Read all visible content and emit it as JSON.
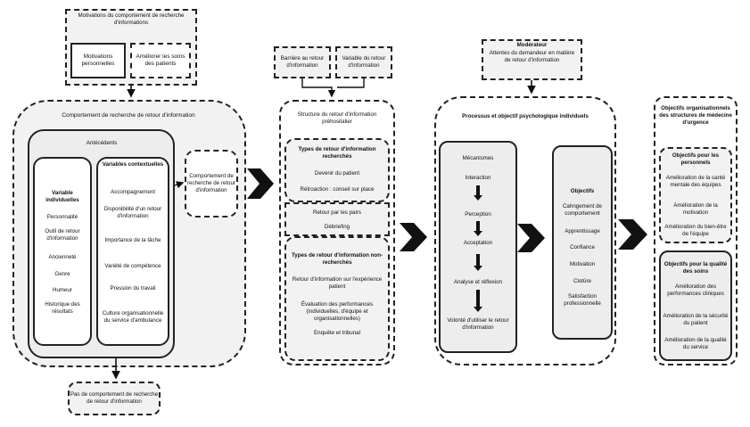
{
  "motivations": {
    "title": "Motivations du comportement de recherche d'informations",
    "left": "Motivations personnelles",
    "right": "Améliorer les soins des patients"
  },
  "behavior": {
    "title": "Comportement de recherche de retour d'information",
    "antecedents": "Antécédents",
    "individual": {
      "title": "Variable individuelles",
      "items": [
        "Personnalité",
        "Outil de retour d'information",
        "Ancienneté",
        "Genre",
        "Humeur",
        "Historique des résultats"
      ]
    },
    "contextual": {
      "title": "Variables contextuelles",
      "items": [
        "Accompagnement",
        "Disponibilité d'un retour d'information",
        "Importance de la tâche",
        "Variété de compétence",
        "Pression du travail",
        "Culture organisationnelle du service d'ambulance"
      ]
    },
    "outcome": "Comportement de recherche de retour d'information",
    "no_behavior": "Pas de comportement de recherche de retour d'information"
  },
  "barriers": {
    "left": "Barrière au retour d'information",
    "right": "Variable du retour d'information"
  },
  "structure": {
    "title": "Structure du retour d'information préhositalier",
    "sought_title": "Types de retour d'information recherchés",
    "sought_items": [
      "Devenir du patient",
      "Rétroaction : conseil sur place"
    ],
    "middle_items": [
      "Retour par les pairs",
      "Débriefing"
    ],
    "unsought_title": "Types de retour d'information non-recherchés",
    "unsought_items": [
      "Retour d'information sur l'expérience patient",
      "Évaluation des performances (individuelles, d'équipe et organisationnelles)",
      "Enquête et tribunal"
    ]
  },
  "moderator": {
    "title": "Modérateur",
    "text": "Attentes du demandeur en matière de retour d'information"
  },
  "process": {
    "title": "Processus et objectif psychologique individuels",
    "mechanisms_title": "Mécanismes",
    "mechanisms": [
      "Interaction",
      "Perception",
      "Acceptation",
      "Analyse et réflexion",
      "Volonté d'utiliser le retour d'information"
    ],
    "objectives_title": "Objectifs",
    "objectives": [
      "Cahngement de comportement",
      "Apprentissage",
      "Confiance",
      "Motivation",
      "Clotûre",
      "Satisfaction professionnelle"
    ]
  },
  "organisational": {
    "title": "Objectifs organisationnels des structures de médecine d'urgence",
    "staff_title": "Objectifs pour les personnels",
    "staff_items": [
      "Amélioration de la santé mentale des équipes",
      "Amélioration de la motivation",
      "Amélioration du bien-être de l'équipe"
    ],
    "care_title": "Objectifs pour la qualité des soins",
    "care_items": [
      "Amélioration des performances cliniques",
      "Amélioration de la sécurité du patient",
      "Amélioration de la qualité du service"
    ]
  },
  "colors": {
    "line": "#222222",
    "panel": "#f2f2f2",
    "chevron": "#111111"
  }
}
